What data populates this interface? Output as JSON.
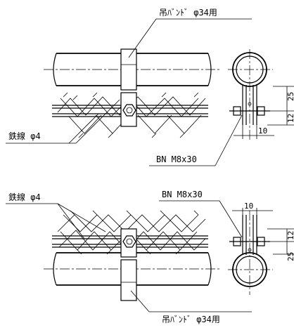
{
  "upper": {
    "band_label": "吊ﾊﾞﾝﾄﾞ φ34用",
    "wire_label": "鉄線 φ4",
    "bolt_label": "BN M8x30",
    "dim_25": "25",
    "dim_12": "12",
    "dim_10": "10"
  },
  "lower": {
    "band_label": "吊ﾊﾞﾝﾄﾞ φ34用",
    "wire_label": "鉄線 φ4",
    "bolt_label": "BN M8x30",
    "dim_25": "25",
    "dim_12": "12",
    "dim_10": "10"
  }
}
